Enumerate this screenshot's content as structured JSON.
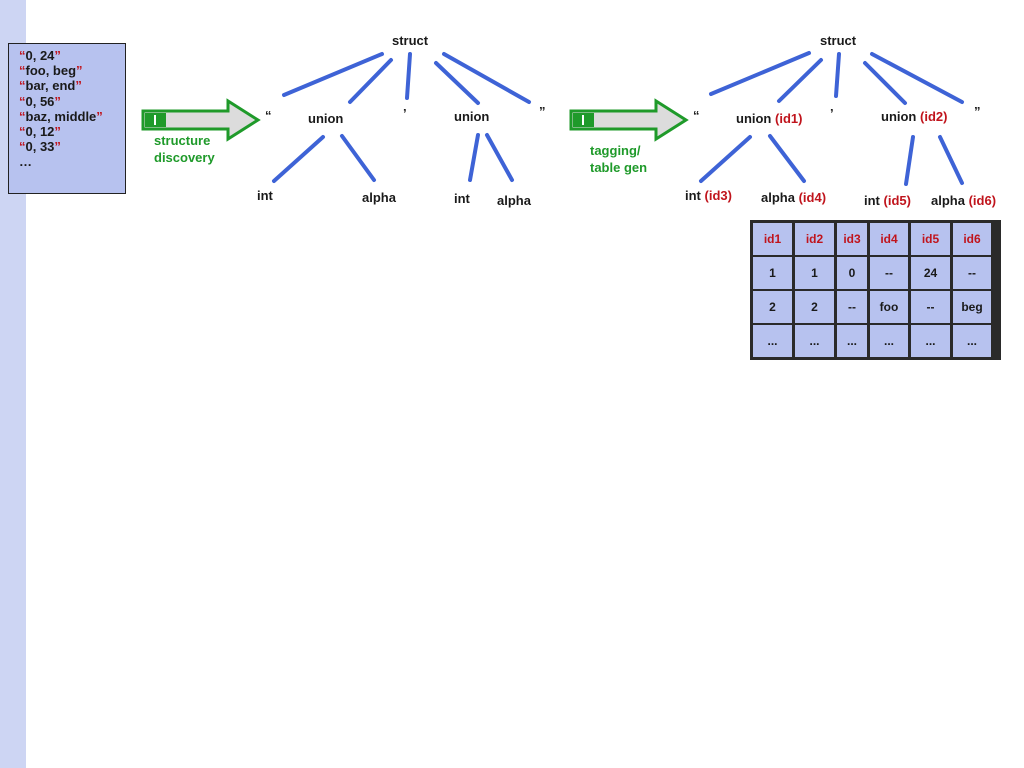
{
  "input_lines": [
    {
      "pre": "“",
      "text": "0, 24",
      "post": "”"
    },
    {
      "pre": "“",
      "text": "foo, beg",
      "post": "”"
    },
    {
      "pre": "“",
      "text": "bar, end",
      "post": "”"
    },
    {
      "pre": "“",
      "text": "0, 56",
      "post": "”"
    },
    {
      "pre": "“",
      "text": "baz, middle",
      "post": "”"
    },
    {
      "pre": "“",
      "text": "0, 12",
      "post": "”"
    },
    {
      "pre": "“",
      "text": "0, 33",
      "post": "”"
    },
    {
      "pre": "",
      "text": "…",
      "post": ""
    }
  ],
  "arrows": {
    "first_label_1": "structure",
    "first_label_2": "discovery",
    "second_label_1": "tagging/",
    "second_label_2": "table gen"
  },
  "tree1": {
    "root": "struct",
    "open_quote": "“",
    "union_left": "union",
    "comma": "’",
    "union_right": "union",
    "close_quote": "”",
    "int_left": "int",
    "alpha_left": "alpha",
    "int_right": "int",
    "alpha_right": "alpha"
  },
  "tree2": {
    "root": "struct",
    "open_quote": "“",
    "union_left": "union",
    "union_left_tag": "(id1)",
    "comma": "’",
    "union_right": "union",
    "union_right_tag": "(id2)",
    "close_quote": "”",
    "int_left": "int",
    "int_left_tag": "(id3)",
    "alpha_left": "alpha",
    "alpha_left_tag": "(id4)",
    "int_right": "int",
    "int_right_tag": "(id5)",
    "alpha_right": "alpha",
    "alpha_right_tag": "(id6)"
  },
  "table": {
    "headers": [
      "id1",
      "id2",
      "id3",
      "id4",
      "id5",
      "id6"
    ],
    "rows": [
      [
        "1",
        "1",
        "0",
        "--",
        "24",
        "--"
      ],
      [
        "2",
        "2",
        "--",
        "foo",
        "--",
        "beg"
      ],
      [
        "...",
        "...",
        "...",
        "...",
        "...",
        "..."
      ]
    ]
  },
  "colors": {
    "edge": "#3e63d6",
    "arrow": "#1f9a2a",
    "tag": "#c0141c",
    "box_fill": "#b7c2ef"
  }
}
